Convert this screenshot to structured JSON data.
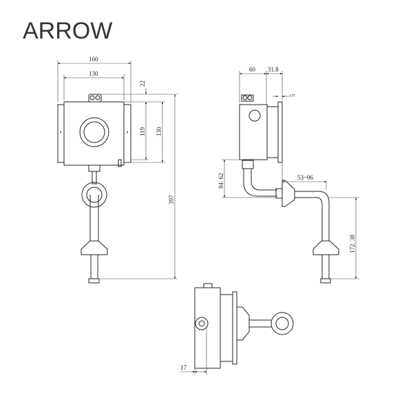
{
  "brand": "ARROW",
  "front_view": {
    "dim_width_outer": "160",
    "dim_width_inner": "130",
    "dim_top": "22",
    "dim_height_inner": "119",
    "dim_height_outer": "130",
    "dim_total": "397"
  },
  "side_view": {
    "dim_depth": "60",
    "dim_plate": "31.8",
    "dim_flange": "5",
    "dim_drop": "84. 62",
    "dim_reach": "53~96",
    "dim_pipe": "172. 38"
  },
  "bottom_view": {
    "dim_offset": "17"
  }
}
